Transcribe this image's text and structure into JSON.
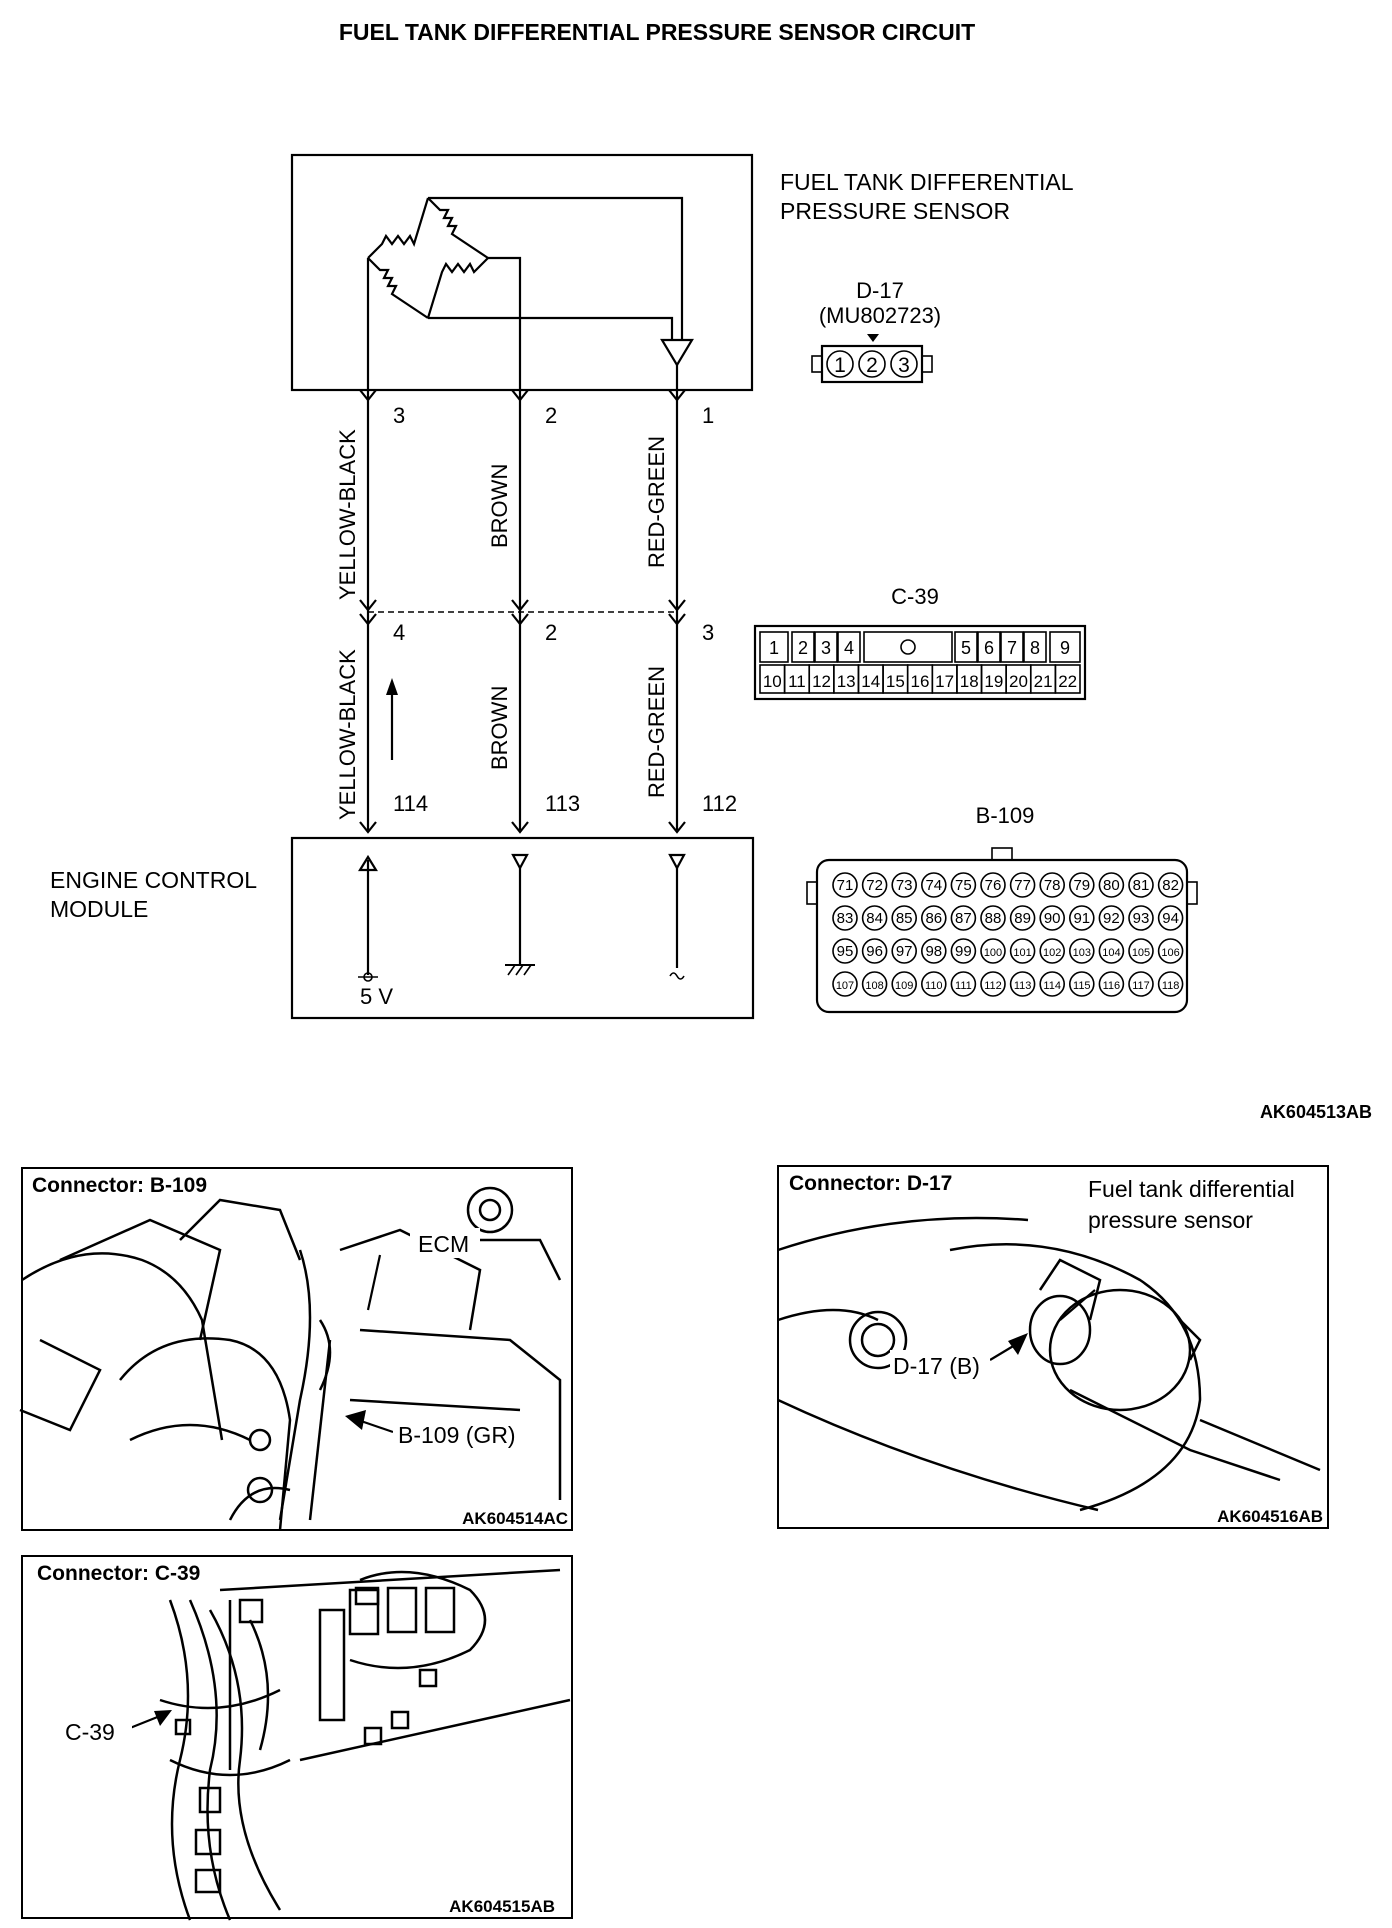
{
  "title": "FUEL TANK DIFFERENTIAL PRESSURE SENSOR CIRCUIT",
  "sensor": {
    "label_line1": "FUEL TANK DIFFERENTIAL",
    "label_line2": "PRESSURE SENSOR"
  },
  "d17": {
    "id": "D-17",
    "part": "(MU802723)",
    "pins": [
      "1",
      "2",
      "3"
    ]
  },
  "c39": {
    "id": "C-39",
    "top_pins": [
      "1",
      "2",
      "3",
      "4",
      "5",
      "6",
      "7",
      "8",
      "9"
    ],
    "bottom_pins": [
      "10",
      "11",
      "12",
      "13",
      "14",
      "15",
      "16",
      "17",
      "18",
      "19",
      "20",
      "21",
      "22"
    ]
  },
  "b109": {
    "id": "B-109",
    "rows": [
      [
        "71",
        "72",
        "73",
        "74",
        "75",
        "76",
        "77",
        "78",
        "79",
        "80",
        "81",
        "82"
      ],
      [
        "83",
        "84",
        "85",
        "86",
        "87",
        "88",
        "89",
        "90",
        "91",
        "92",
        "93",
        "94"
      ],
      [
        "95",
        "96",
        "97",
        "98",
        "99",
        "100",
        "101",
        "102",
        "103",
        "104",
        "105",
        "106"
      ],
      [
        "107",
        "108",
        "109",
        "110",
        "111",
        "112",
        "113",
        "114",
        "115",
        "116",
        "117",
        "118"
      ]
    ]
  },
  "wires": [
    {
      "color": "YELLOW-BLACK",
      "sensor_pin": "3",
      "c39_pin": "4",
      "ecm_pin": "114"
    },
    {
      "color": "BROWN",
      "sensor_pin": "2",
      "c39_pin": "2",
      "ecm_pin": "113"
    },
    {
      "color": "RED-GREEN",
      "sensor_pin": "1",
      "c39_pin": "3",
      "ecm_pin": "112"
    }
  ],
  "ecm": {
    "label_line1": "ENGINE CONTROL",
    "label_line2": "MODULE",
    "voltage": "5 V"
  },
  "fig_code_main": "AK604513AB",
  "photos": [
    {
      "title": "Connector: B-109",
      "code": "AK604514AC",
      "labels": [
        "ECM",
        "B-109 (GR)"
      ]
    },
    {
      "title": "Connector: D-17",
      "code": "AK604516AB",
      "labels": [
        "Fuel tank differential",
        "pressure sensor",
        "D-17 (B)"
      ]
    },
    {
      "title": "Connector: C-39",
      "code": "AK604515AB",
      "labels": [
        "C-39"
      ]
    }
  ]
}
